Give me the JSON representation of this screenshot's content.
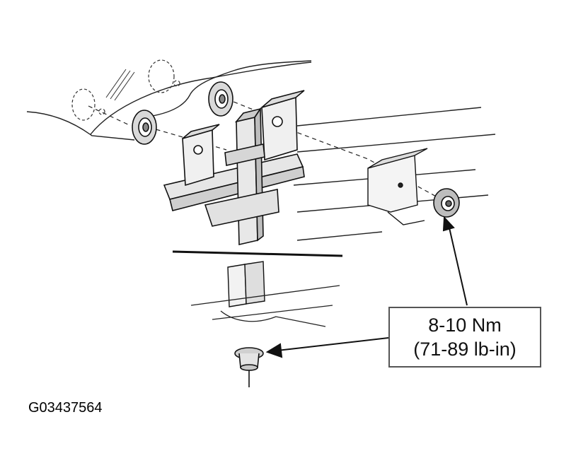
{
  "callout": {
    "line1": "8-10 Nm",
    "line2": "(71-89 lb-in)"
  },
  "figure_id": "G03437564"
}
